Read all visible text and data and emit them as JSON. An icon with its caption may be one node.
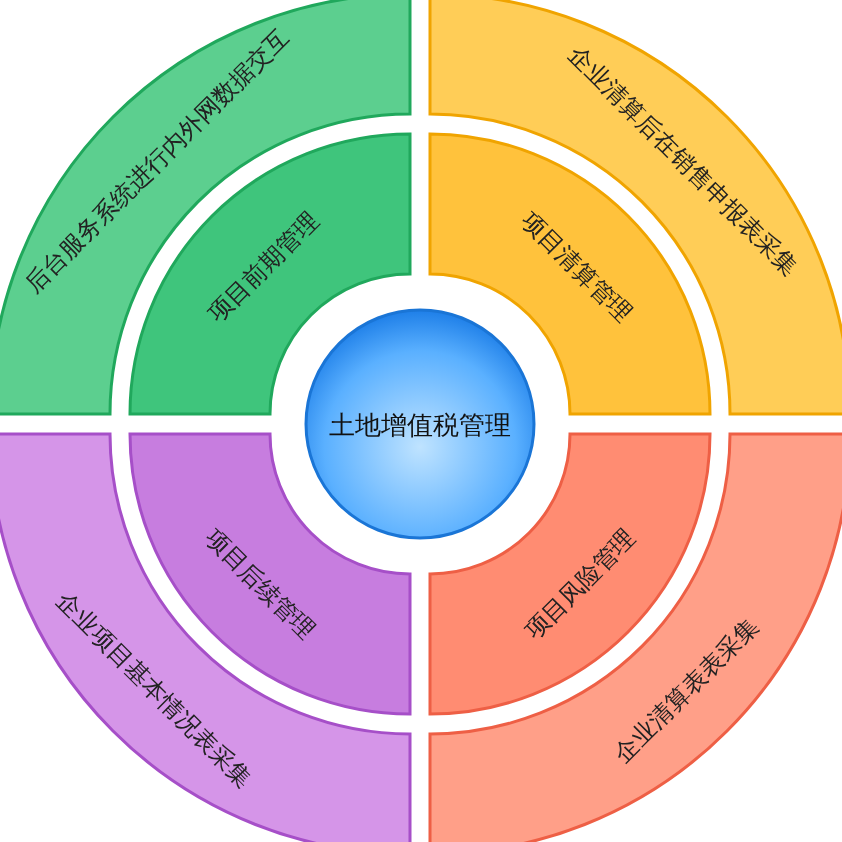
{
  "diagram": {
    "nodes": [
      {
        "text": [
          "土地增值税管理"
        ]
      },
      {
        "text": [
          "项目前期管理"
        ]
      },
      {
        "text": [
          "后台服务系统进行内外网数据交互"
        ]
      },
      {
        "text": [
          "项目清算管理"
        ]
      },
      {
        "text": [
          "企业清算后在销售申报表采集"
        ]
      },
      {
        "text": [
          "项目后续管理"
        ]
      },
      {
        "text": [
          "企业项目基本情况表采集"
        ]
      },
      {
        "text": [
          "项目风险管理"
        ]
      },
      {
        "text": [
          "企业清算表表采集"
        ]
      }
    ]
  }
}
